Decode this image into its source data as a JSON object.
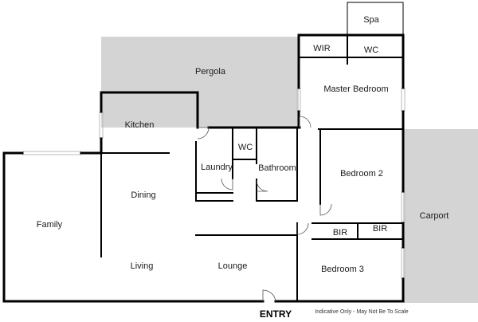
{
  "rooms": {
    "spa": "Spa",
    "wir": "WIR",
    "wc_master": "WC",
    "pergola": "Pergola",
    "master_bedroom": "Master Bedroom",
    "kitchen": "Kitchen",
    "wc": "WC",
    "laundry": "Laundry",
    "bathroom": "Bathroom",
    "dining": "Dining",
    "bedroom_2": "Bedroom 2",
    "carport": "Carport",
    "family": "Family",
    "bir_left": "BIR",
    "bir_right": "BIR",
    "living": "Living",
    "lounge": "Lounge",
    "bedroom_3": "Bedroom 3"
  },
  "entry": "ENTRY",
  "disclaimer": "Indicative Only - May Not Be To Scale",
  "colors": {
    "walls": "#000000",
    "shaded_area": "#d4d4d4",
    "background": "#ffffff"
  }
}
